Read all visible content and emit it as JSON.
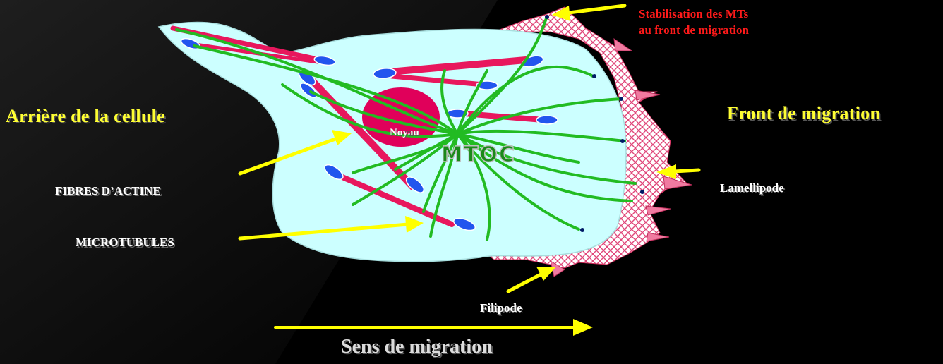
{
  "labels": {
    "rear": "Arrière de la cellule",
    "front": "Front de migration",
    "actin": "FIBRES D’ACTINE",
    "microtubules": "MICROTUBULES",
    "nucleus": "Noyau",
    "mtoc": "MTOC",
    "lamellipode": "Lamellipode",
    "filipode": "Filipode",
    "stabilisation_line1": "Stabilisation des MTs",
    "stabilisation_line2": "au front de migration",
    "direction": "Sens de migration"
  },
  "colors": {
    "background": "#000000",
    "cytoplasm": "#ccffff",
    "lamellipode_fill": "#ffffff",
    "lamellipode_hatch": "#e0477a",
    "nucleus": "#e0005a",
    "actin": "#e8175d",
    "microtubule": "#22bb22",
    "focal_adhesion": "#2255ee",
    "arrow": "#ffff00",
    "label_yellow": "#ffff33",
    "label_red": "#ff1a1a"
  }
}
